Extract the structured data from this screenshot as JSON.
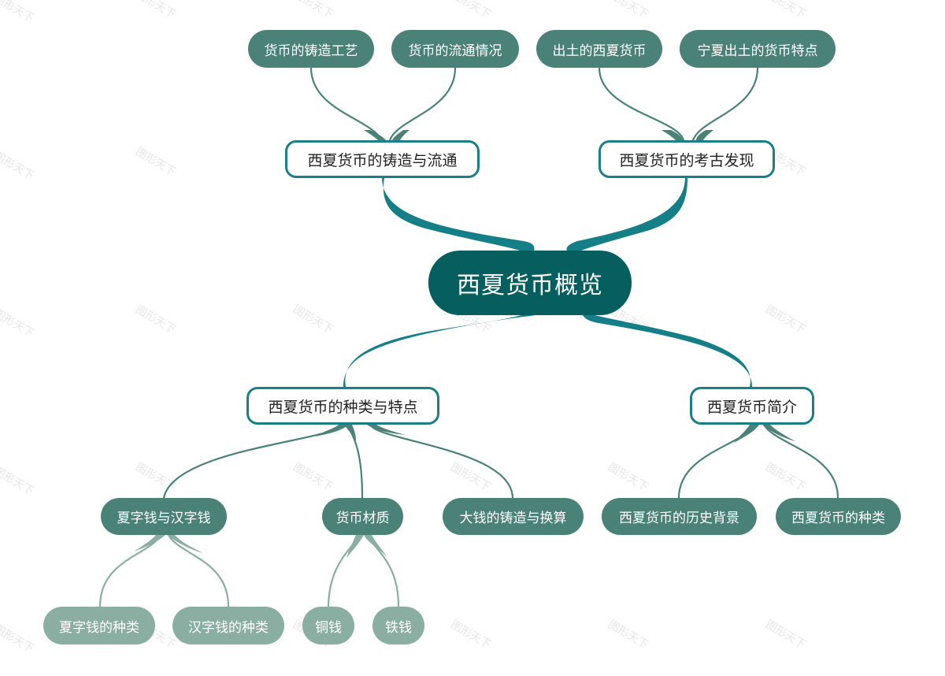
{
  "watermark": "图形天下",
  "colors": {
    "root_fill": "#065e5e",
    "level1_border": "#1a7f86",
    "level1_link": "#157f88",
    "level2_fill": "#4a8278",
    "level2_link": "#4a8278",
    "level3_fill": "#8aaea2",
    "level3_link": "#8aaea2",
    "watermark": "#e6e6e6"
  },
  "mindmap": {
    "root": {
      "label": "西夏货币概览"
    },
    "branches": [
      {
        "label": "西夏货币的铸造与流通",
        "children": [
          {
            "label": "货币的铸造工艺"
          },
          {
            "label": "货币的流通情况"
          }
        ]
      },
      {
        "label": "西夏货币的考古发现",
        "children": [
          {
            "label": "出土的西夏货币"
          },
          {
            "label": "宁夏出土的货币特点"
          }
        ]
      },
      {
        "label": "西夏货币的种类与特点",
        "children": [
          {
            "label": "夏字钱与汉字钱",
            "children": [
              {
                "label": "夏字钱的种类"
              },
              {
                "label": "汉字钱的种类"
              }
            ]
          },
          {
            "label": "货币材质",
            "children": [
              {
                "label": "铜钱"
              },
              {
                "label": "铁钱"
              }
            ]
          },
          {
            "label": "大钱的铸造与换算"
          }
        ]
      },
      {
        "label": "西夏货币简介",
        "children": [
          {
            "label": "西夏货币的历史背景"
          },
          {
            "label": "西夏货币的种类"
          }
        ]
      }
    ]
  }
}
